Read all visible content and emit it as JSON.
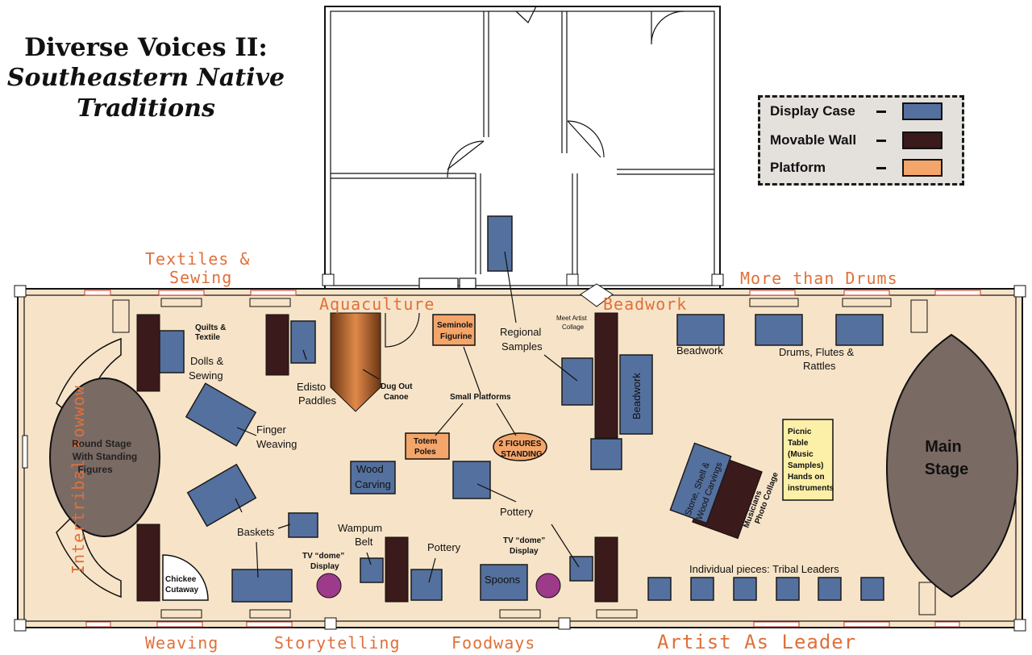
{
  "title": {
    "line1": "Diverse Voices II:",
    "line2": "Southeastern Native",
    "line3": "Traditions"
  },
  "legend": [
    {
      "label": "Display Case",
      "color": "#54709e"
    },
    {
      "label": "Movable Wall",
      "color": "#3a1a1a"
    },
    {
      "label": "Platform",
      "color": "#f4a56a"
    }
  ],
  "zones": {
    "textiles_1": "Textiles &",
    "textiles_2": "Sewing",
    "aquaculture": "Aquaculture",
    "beadwork": "Beadwork",
    "more_than_drums": "More than Drums",
    "intertribal_powwow": "Intertribal Powwow",
    "weaving": "Weaving",
    "storytelling": "Storytelling",
    "foodways": "Foodways",
    "artist_as_leader": "Artist As Leader"
  },
  "stages": {
    "round_1": "Round Stage",
    "round_2": "With Standing",
    "round_3": "Figures",
    "main_1": "Main",
    "main_2": "Stage"
  },
  "labels": {
    "quilts_1": "Quilts &",
    "quilts_2": "Textile",
    "dolls_1": "Dolls &",
    "dolls_2": "Sewing",
    "edisto_1": "Edisto",
    "edisto_2": "Paddles",
    "canoe_1": "Dug Out",
    "canoe_2": "Canoe",
    "finger_1": "Finger",
    "finger_2": "Weaving",
    "baskets": "Baskets",
    "chickee_1": "Chickee",
    "chickee_2": "Cutaway",
    "tv1_1": "TV “dome”",
    "tv1_2": "Display",
    "wampum_1": "Wampum",
    "wampum_2": "Belt",
    "pottery_small": "Pottery",
    "spoons": "Spoons",
    "tv2_1": "TV “dome”",
    "tv2_2": "Display",
    "wood_1": "Wood",
    "wood_2": "Carving",
    "pottery_main": "Pottery",
    "seminole_1": "Seminole",
    "seminole_2": "Figurine",
    "small_platforms": "Small Platforms",
    "totem_1": "Totem",
    "totem_2": "Poles",
    "figures_1": "2 FIGURES",
    "figures_2": "STANDING",
    "regional_1": "Regional",
    "regional_2": "Samples",
    "meet_1": "Meet Artist",
    "meet_2": "Collage",
    "beadwork_case": "Beadwork",
    "beadwork_vertical": "Beadwork",
    "drums_1": "Drums, Flutes &",
    "drums_2": "Rattles",
    "stone_1": "Stone, Shell &",
    "stone_2": "Wood Carvings",
    "musicians_1": "Musicians",
    "musicians_2": "Photo Collage",
    "picnic_1": "Picnic",
    "picnic_2": "Table",
    "picnic_3": "(Music",
    "picnic_4": "Samples)",
    "picnic_5": "Hands on",
    "picnic_6": "instruments",
    "tribal_leaders": "Individual pieces: Tribal Leaders"
  }
}
